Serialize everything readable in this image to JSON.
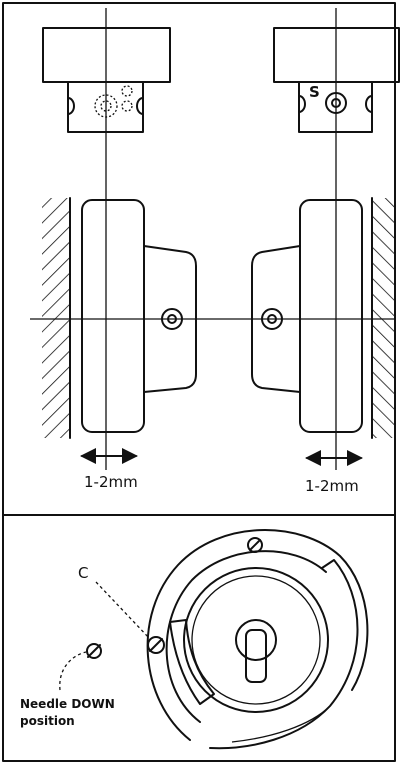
{
  "top_panel": {
    "left_measure": "1-2mm",
    "right_measure": "1-2mm",
    "screw_label": "S"
  },
  "bottom_panel": {
    "screw_label": "C",
    "needle_caption_line1": "Needle DOWN",
    "needle_caption_line2": "position"
  }
}
